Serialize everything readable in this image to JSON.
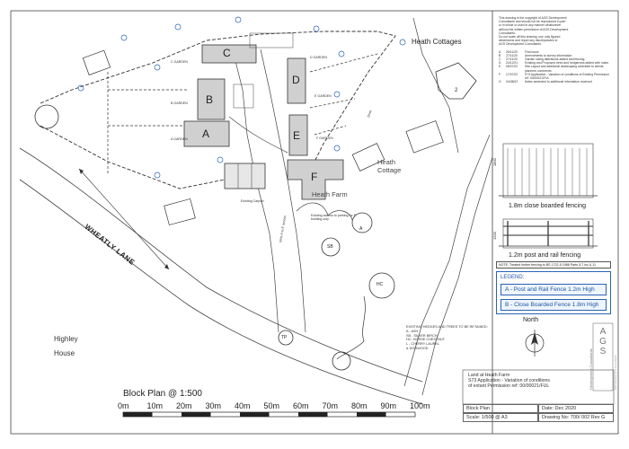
{
  "labels": {
    "heath_cottages": "Heath Cottages",
    "heath_farm": "Heath Farm",
    "heath_cottage": "Heath Cottage",
    "wheatly_lane": "WHEATLY LANE",
    "highley_house": "Highley House",
    "existing_carport": "Existing Carport",
    "existing_access": "Existing access to parking for F building only",
    "access_road": "Units A to E access",
    "drive": "Drive"
  },
  "buildings": {
    "A": "A",
    "B": "B",
    "C": "C",
    "D": "D",
    "E": "E",
    "F": "F",
    "cottage_number": "2"
  },
  "gardens": {
    "a": "A GARDEN",
    "b": "B GARDEN",
    "c": "C GARDEN",
    "d": "D GARDEN",
    "e": "E GARDEN",
    "f": "F GARDEN"
  },
  "tree_codes": {
    "a": "A",
    "sb": "SB",
    "hc": "HC",
    "tp": "TP"
  },
  "notes_block": {
    "lines": [
      "This drawing is the copyright of AGS Development",
      "Consultants and should not be reproduced in part",
      "or in whole or used in any manner whatsoever",
      "without the written permission of AGS Development",
      "Consultants.",
      "Do not scale off this drawing, use only figured",
      "dimensions and report any discrepancies to",
      "AGS Development Consultants."
    ],
    "revisions": [
      {
        "rev": "A",
        "date": "25/11/20",
        "desc": "First issue"
      },
      {
        "rev": "B",
        "date": "27/11/20",
        "desc": "Amendments to survey information"
      },
      {
        "rev": "C",
        "date": "27/11/20",
        "desc": "Garden sizing alterations added and fencing"
      },
      {
        "rev": "D",
        "date": "24/12/21",
        "desc": "Existing and Proposed trees and hedgerows added with notes"
      },
      {
        "rev": "E",
        "date": "05/07/22",
        "desc": "Site Layout and additional landscaping amended to clients planners comments"
      },
      {
        "rev": "F",
        "date": "17/07/22",
        "desc": "S73 Application - Variation of conditions of Existing Permission ref: 00/00021/FUL"
      },
      {
        "rev": "G",
        "date": "04/08/22",
        "desc": "Notes amended to additional information received"
      }
    ]
  },
  "fencing": {
    "close_boarded_label": "1.8m close boarded fencing",
    "post_rail_label": "1.2m post and rail fencing",
    "close_boarded_height": "1800",
    "post_rail_height": "1200",
    "note": "NOTE: Treated timber fencing to BS 1722-5 1986 Parts 5-7 inc & 11"
  },
  "legend": {
    "title": "LEGEND:",
    "items": [
      {
        "code": "A",
        "label": "Post and Rail Fence 1.2m High",
        "color": "#2a62b5"
      },
      {
        "code": "B",
        "label": "Close Boarded Fence 1.8m High",
        "color": "#2a62b5"
      }
    ]
  },
  "north_label": "North",
  "trees_note": {
    "heading": "EXISTING HEDGES AND TREES TO BE RETAINED:",
    "items": [
      "A - ASH",
      "SB - SILVER BIRCH",
      "HC- HORSE CHESTNUT",
      "L - CHERRY LAUREL",
      "& DOGWOOD"
    ]
  },
  "logo": {
    "letters": "AGS",
    "text": "Development Consultants",
    "subtext": "AGS Development Consultants"
  },
  "title_block": {
    "project": "Land at Heath Farm",
    "desc_line1": "S73 Application - Variation of conditions",
    "desc_line2": "of extant Permission ref: 00/00021/FUL",
    "drawing_title": "Block Plan",
    "date": "Date: Dec 2020",
    "scale": "Scale: 1/500 @ A3",
    "drawing_no": "Drawing No: 700/ 002 Rev G"
  },
  "scale_bar": {
    "title": "Block Plan @ 1:500",
    "ticks": [
      "0m",
      "10m",
      "20m",
      "30m",
      "40m",
      "50m",
      "60m",
      "70m",
      "80m",
      "90m",
      "100m"
    ]
  },
  "colors": {
    "line": "#3a3a3a",
    "building_fill": "#d0d0d0",
    "fence_blue": "#2a62b5",
    "road_fill": "#ffffff"
  }
}
